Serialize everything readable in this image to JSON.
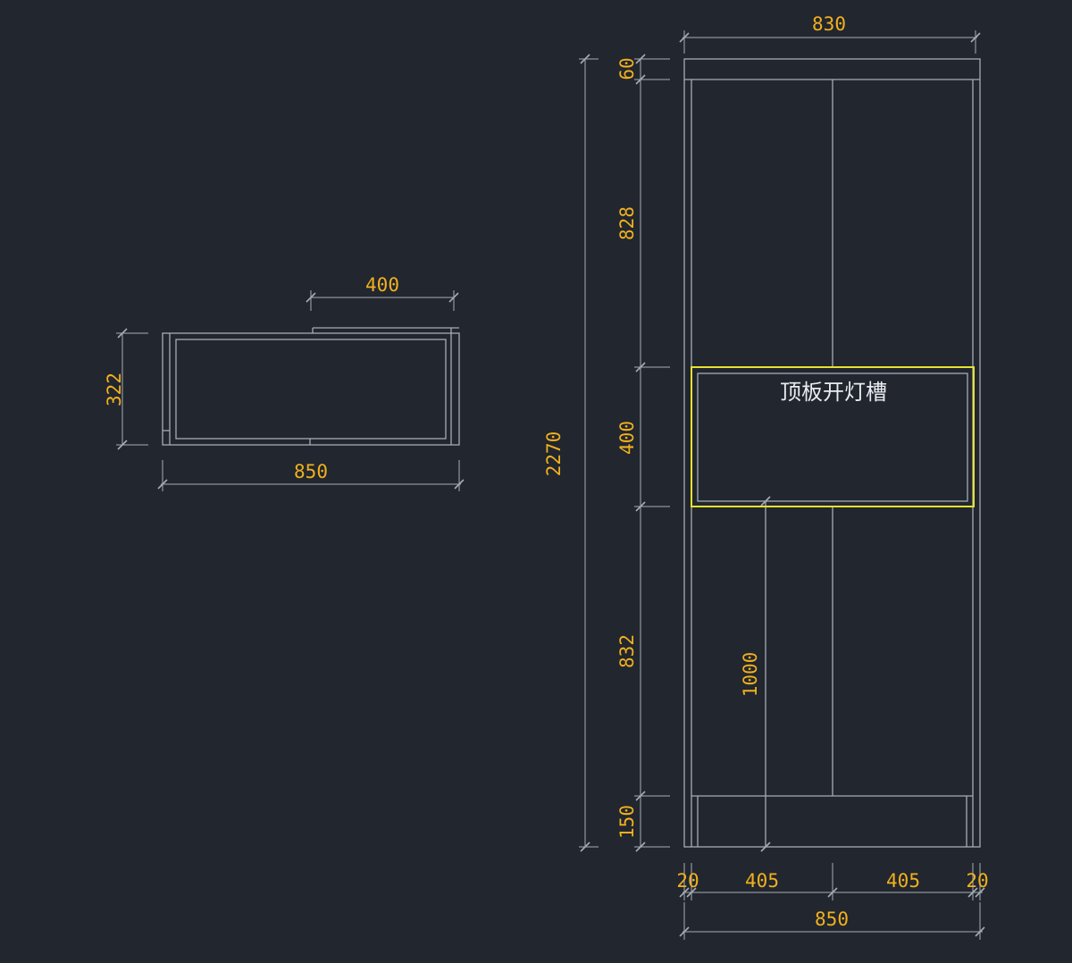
{
  "plan_view": {
    "dims": {
      "top_width": "400",
      "depth": "322",
      "width": "850"
    }
  },
  "elevation": {
    "note": "顶板开灯槽",
    "dims": {
      "total_width": "830",
      "total_height": "2270",
      "top": "60",
      "upper": "828",
      "middle": "400",
      "lower": "832",
      "base": "150",
      "bottom_width": "850",
      "side_left": "20",
      "bay_left": "405",
      "bay_right": "405",
      "side_right": "20",
      "inner_height": "1000"
    }
  },
  "colors": {
    "background": "#21262f",
    "line": "#a6acb5",
    "dimension_text": "#f2b01e",
    "highlight": "#e6e22c"
  }
}
